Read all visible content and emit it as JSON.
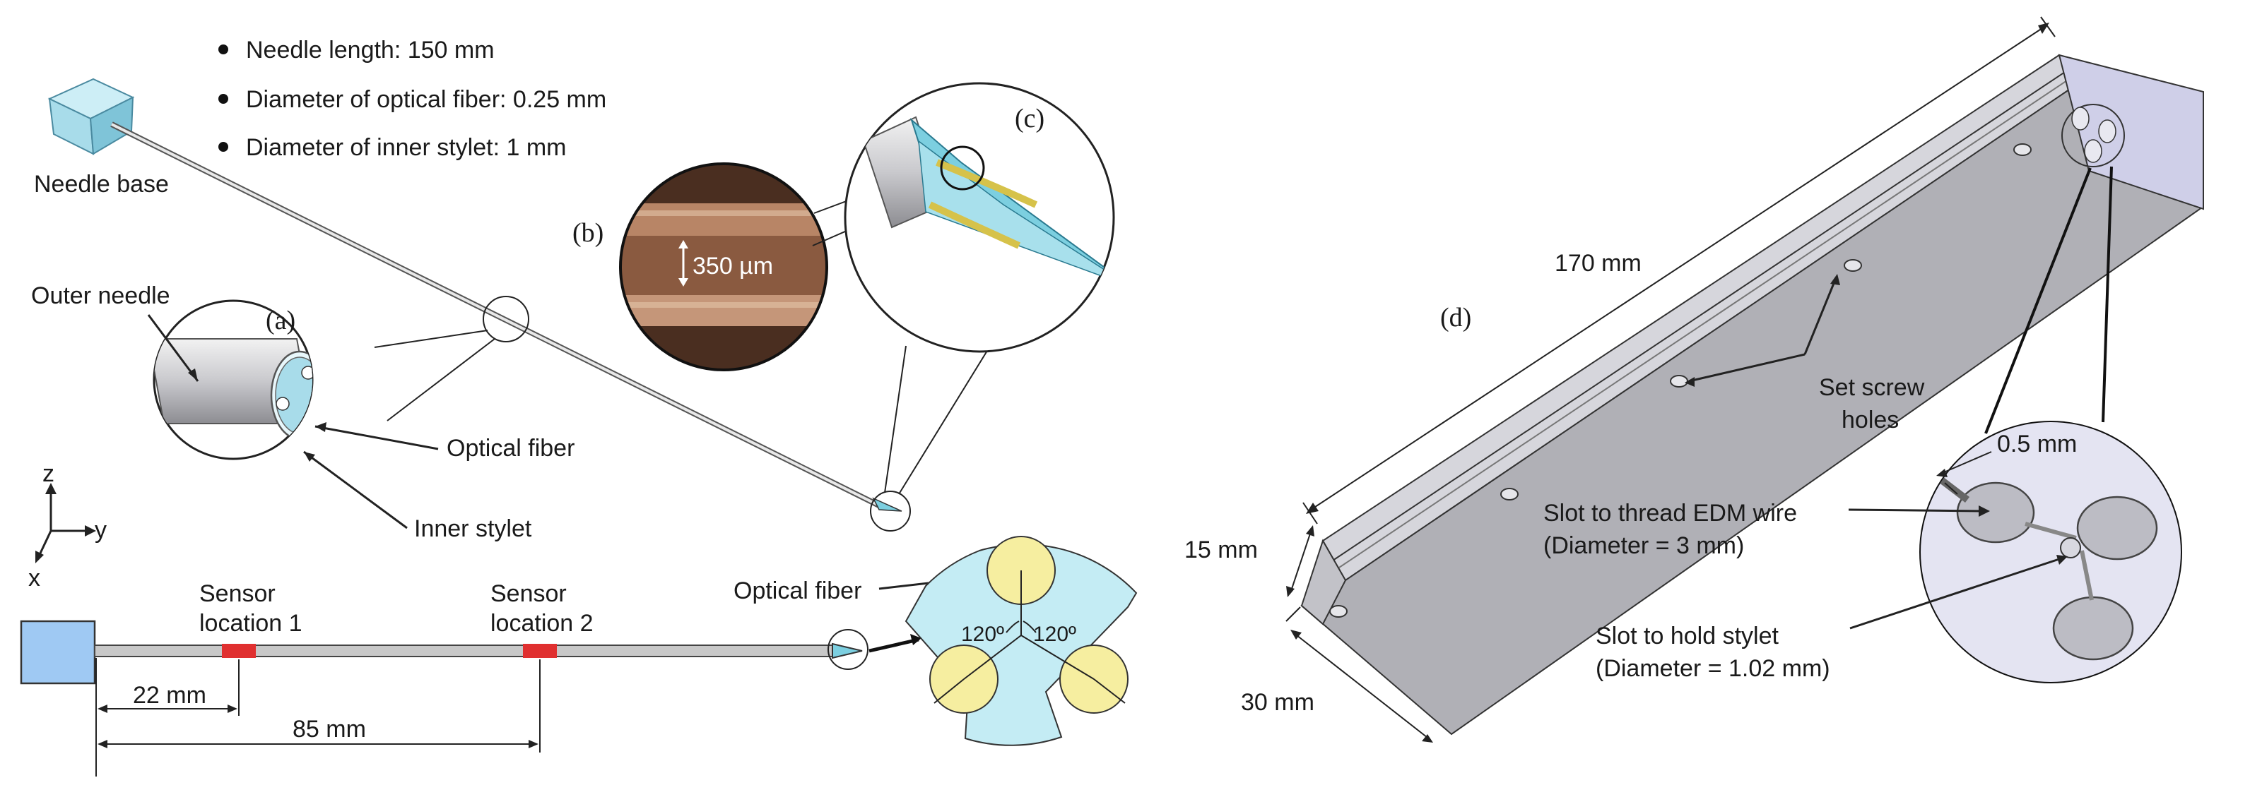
{
  "specs": [
    "Needle length: 150 mm",
    "Diameter of optical fiber: 0.25 mm",
    "Diameter of inner stylet: 1 mm"
  ],
  "labels": {
    "needle_base": "Needle base",
    "outer_needle": "Outer needle",
    "optical_fiber_a": "Optical fiber",
    "inner_stylet": "Inner stylet",
    "sensor_loc1_line1": "Sensor",
    "sensor_loc1_line2": "location 1",
    "sensor_loc2_line1": "Sensor",
    "sensor_loc2_line2": "location 2",
    "optical_fiber_bottom": "Optical fiber",
    "dim_22": "22 mm",
    "dim_85": "85 mm",
    "angle_left": "120º",
    "angle_right": "120º",
    "scale_350": "350 µm",
    "dim_170": "170 mm",
    "dim_15": "15 mm",
    "dim_30": "30 mm",
    "dim_05": "0.5 mm",
    "set_screw_line1": "Set screw",
    "set_screw_line2": "holes",
    "slot_edm_line1": "Slot to thread EDM wire",
    "slot_edm_line2": "(Diameter = 3 mm)",
    "slot_stylet_line1": "Slot to hold stylet",
    "slot_stylet_line2": "(Diameter = 1.02 mm)"
  },
  "axes": {
    "z": "z",
    "y": "y",
    "x": "x"
  },
  "panels": {
    "a": "(a)",
    "b": "(b)",
    "c": "(c)",
    "d": "(d)"
  },
  "colors": {
    "needle_base": "#a8dcea",
    "tip": "#7ccfe0",
    "fiber_yellow": "#f6eea0",
    "section_cyan": "#c4ecf4",
    "block_face": "#b0b0b6",
    "block_top": "#d6d6dc",
    "block_end": "#cfcfe8",
    "sensor_red": "#e03030",
    "base_square": "#9fc9f3"
  }
}
